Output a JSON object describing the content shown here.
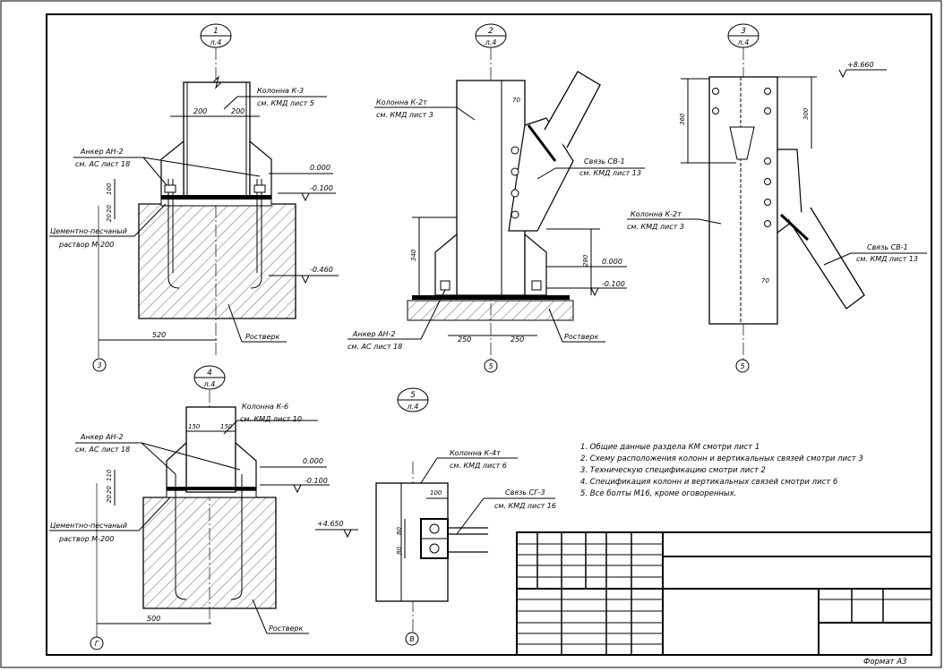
{
  "sections": {
    "s1": {
      "num": "1",
      "sheet": "л.4"
    },
    "s2": {
      "num": "2",
      "sheet": "л.4"
    },
    "s3": {
      "num": "3",
      "sheet": "л.4"
    },
    "s4": {
      "num": "4",
      "sheet": "л.4"
    },
    "s5": {
      "num": "5",
      "sheet": "л.4"
    }
  },
  "view1": {
    "col_l1": "Колонна К-3",
    "col_l2": "см. КМД лист 5",
    "anc_l1": "Анкер АН-2",
    "anc_l2": "см. АС лист 18",
    "mortar_l1": "Цементно-песчаный",
    "mortar_l2": "раствор М-200",
    "el_0": "0.000",
    "el_1": "-0.100",
    "el_2": "-0.460",
    "dim_a": "200",
    "dim_b": "200",
    "dim_c": "100",
    "dim_d": "20",
    "dim_e": "20",
    "dim_w": "520",
    "grill": "Ростверк",
    "axis": "3"
  },
  "view2": {
    "col_l1": "Колонна К-2т",
    "col_l2": "см. КМД лист 3",
    "br_l1": "Связь СВ-1",
    "br_l2": "см. КМД лист 13",
    "anc_l1": "Анкер АН-2",
    "anc_l2": "см. АС лист 18",
    "el_0": "0.000",
    "el_1": "-0.100",
    "dim_70": "70",
    "dim_340": "340",
    "dim_280": "280",
    "dim_l": "250",
    "dim_r": "250",
    "grill": "Ростверк",
    "axis": "5"
  },
  "view3": {
    "el_top": "+8.660",
    "dim_360": "360",
    "dim_300": "300",
    "dim_70": "70",
    "col_l1": "Колонна К-2т",
    "col_l2": "см. КМД лист 3",
    "br_l1": "Связь СВ-1",
    "br_l2": "см. КМД лист 13",
    "axis": "5"
  },
  "view4": {
    "col_l1": "Колонна К-6",
    "col_l2": "см. КМД лист 10",
    "anc_l1": "Анкер АН-2",
    "anc_l2": "см. АС лист 18",
    "mortar_l1": "Цементно-песчаный",
    "mortar_l2": "раствор М-200",
    "el_0": "0.000",
    "el_1": "-0.100",
    "dim_a": "150",
    "dim_b": "150",
    "dim_c": "110",
    "dim_d": "20",
    "dim_e": "20",
    "dim_w": "500",
    "grill": "Ростверк",
    "axis": "Г"
  },
  "view5": {
    "col_l1": "Колонна К-4т",
    "col_l2": "см. КМД лист 6",
    "br_l1": "Связь СГ-3",
    "br_l2": "см. КМД лист 16",
    "el": "+4.650",
    "dim_100": "100",
    "dim_80a": "80",
    "dim_80b": "80",
    "axis": "В"
  },
  "notes": [
    "1. Общие данные раздела КМ смотри лист 1",
    "2. Схему расположения колонн и вертикальных связей смотри лист 3",
    "3. Техническую спецификацию смотри лист 2",
    "4. Спецификация колонн и вертикальных связей смотри лист 6",
    "5. Все болты М16, кроме оговоренных."
  ],
  "format_label": "Формат А3"
}
